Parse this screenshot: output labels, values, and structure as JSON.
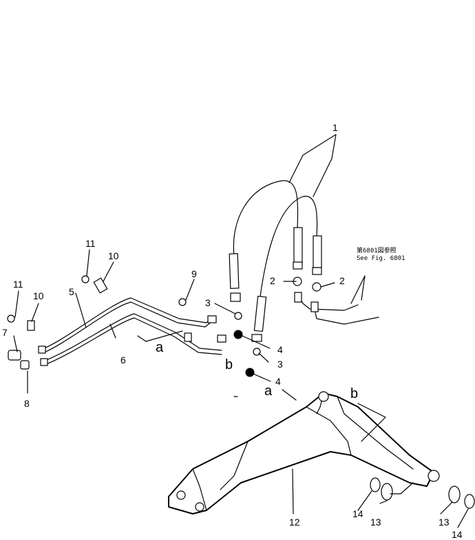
{
  "callouts": {
    "c1": "1",
    "c2a": "2",
    "c2b": "2",
    "c3a": "3",
    "c3b": "3",
    "c4a": "4",
    "c4b": "4",
    "c5": "5",
    "c6": "6",
    "c7": "7",
    "c8": "8",
    "c9": "9",
    "c10a": "10",
    "c10b": "10",
    "c11a": "11",
    "c11b": "11",
    "c12": "12",
    "c13a": "13",
    "c13b": "13",
    "c14a": "14",
    "c14b": "14"
  },
  "view_markers": {
    "a1": "a",
    "a2": "a",
    "b1": "b",
    "b2": "b"
  },
  "reference_note": {
    "line1": "第6801図参照",
    "line2": "See Fig. 6801"
  }
}
